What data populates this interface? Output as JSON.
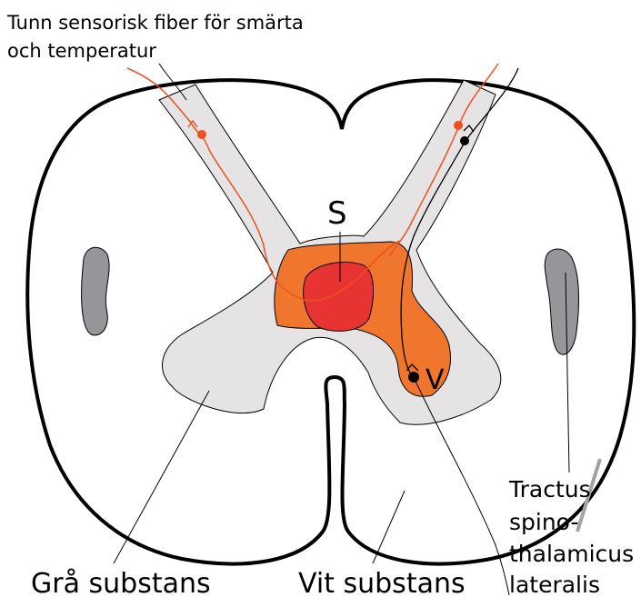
{
  "labels": {
    "fiber_line1": "Tunn sensorisk fiber för smärta",
    "fiber_line2": "och temperatur",
    "s": "S",
    "v": "V",
    "gray_matter": "Grå substans",
    "white_matter": "Vit substans",
    "tract_line1": "Tractus",
    "tract_line2": "spino-",
    "tract_line3": "thalamicus",
    "tract_line4": "lateralis"
  },
  "colors": {
    "outline": "#000000",
    "gray_matter": "#e5e3e4",
    "tract_fill": "#96959a",
    "posterior_region": "#f0762e",
    "central_region": "#e83333",
    "fiber": "#ee5022",
    "tract_edge": "#a3a3a3"
  }
}
